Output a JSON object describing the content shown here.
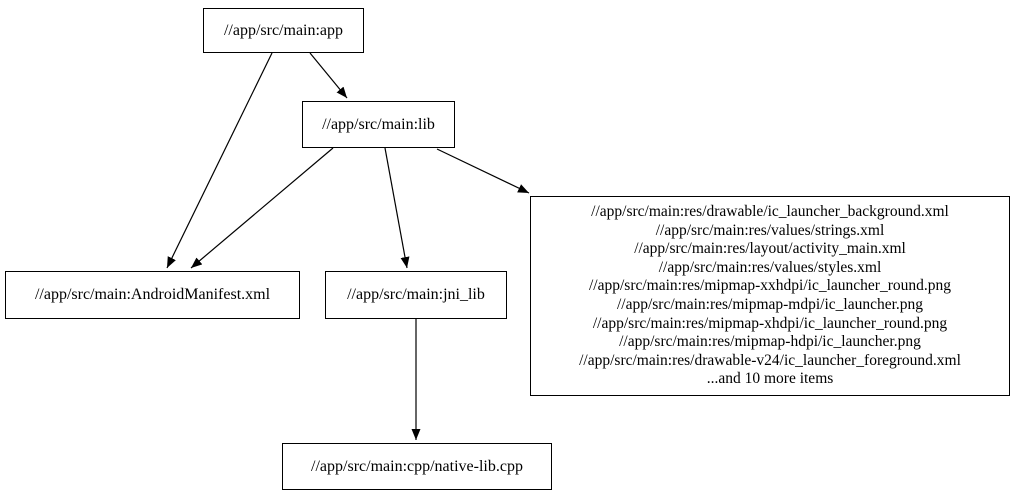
{
  "graph": {
    "type": "directed-dependency-graph",
    "colors": {
      "background": "#ffffff",
      "node_border": "#000000",
      "node_fill": "#ffffff",
      "text": "#000000",
      "edge": "#000000"
    },
    "nodes": {
      "app": {
        "label": "//app/src/main:app"
      },
      "lib": {
        "label": "//app/src/main:lib"
      },
      "android_manifest": {
        "label": "//app/src/main:AndroidManifest.xml"
      },
      "jni_lib": {
        "label": "//app/src/main:jni_lib"
      },
      "native_lib": {
        "label": "//app/src/main:cpp/native-lib.cpp"
      },
      "resources": {
        "lines": [
          "//app/src/main:res/drawable/ic_launcher_background.xml",
          "//app/src/main:res/values/strings.xml",
          "//app/src/main:res/layout/activity_main.xml",
          "//app/src/main:res/values/styles.xml",
          "//app/src/main:res/mipmap-xxhdpi/ic_launcher_round.png",
          "//app/src/main:res/mipmap-mdpi/ic_launcher.png",
          "//app/src/main:res/mipmap-xhdpi/ic_launcher_round.png",
          "//app/src/main:res/mipmap-hdpi/ic_launcher.png",
          "//app/src/main:res/drawable-v24/ic_launcher_foreground.xml",
          "...and 10 more items"
        ]
      }
    },
    "edges": [
      {
        "from": "app",
        "to": "lib"
      },
      {
        "from": "app",
        "to": "android_manifest"
      },
      {
        "from": "lib",
        "to": "android_manifest"
      },
      {
        "from": "lib",
        "to": "jni_lib"
      },
      {
        "from": "lib",
        "to": "resources"
      },
      {
        "from": "jni_lib",
        "to": "native_lib"
      }
    ]
  }
}
